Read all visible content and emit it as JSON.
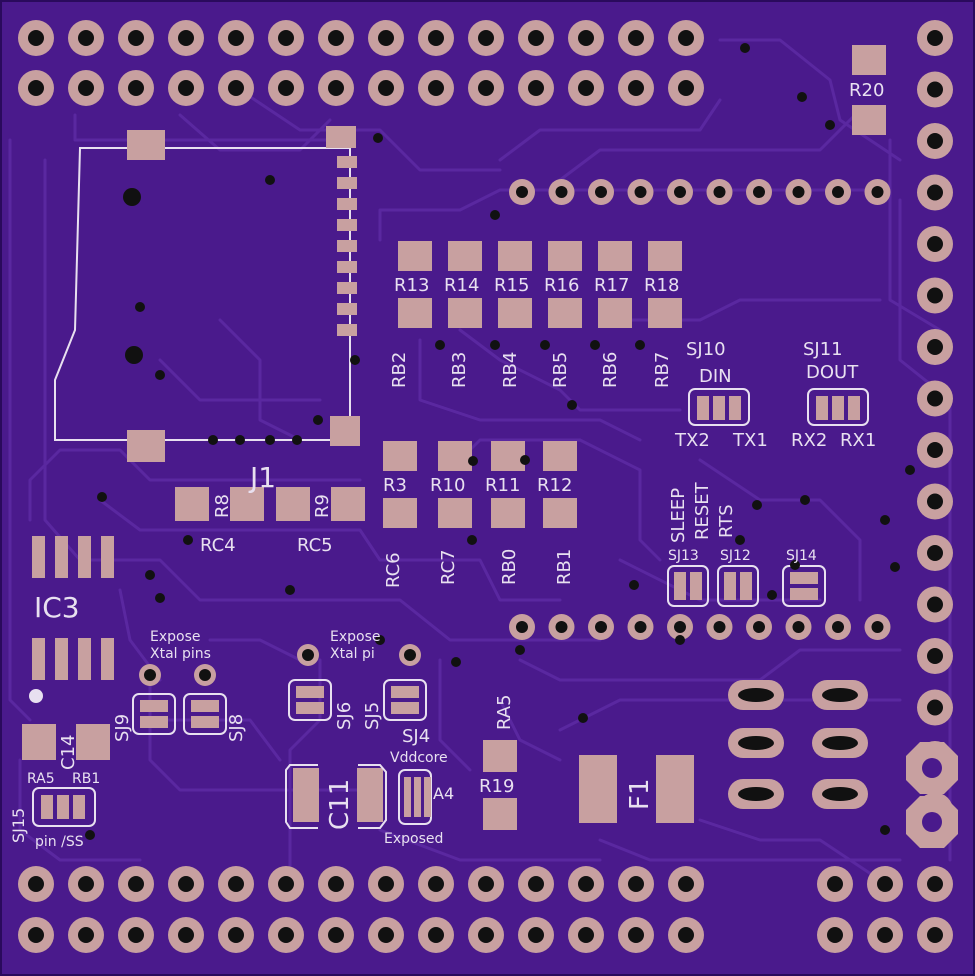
{
  "colors": {
    "board": "#4a1a8c",
    "board_edge": "#2a0a5c",
    "trace": "#5a28a0",
    "pad": "#c8a0a0",
    "hole": "#111111",
    "silk": "#e8e0f0"
  },
  "labels": {
    "r20": "R20",
    "r13": "R13",
    "r14": "R14",
    "r15": "R15",
    "r16": "R16",
    "r17": "R17",
    "r18": "R18",
    "rb2": "RB2",
    "rb3": "RB3",
    "rb4": "RB4",
    "rb5": "RB5",
    "rb6": "RB6",
    "rb7": "RB7",
    "sj10": "SJ10",
    "din": "DIN",
    "tx2": "TX2",
    "tx1": "TX1",
    "sj11": "SJ11",
    "dout": "DOUT",
    "rx2": "RX2",
    "rx1": "RX1",
    "j1": "J1",
    "r8": "R8",
    "r9": "R9",
    "rc4": "RC4",
    "rc5": "RC5",
    "r3": "R3",
    "r10": "R10",
    "r11": "R11",
    "r12": "R12",
    "rc6": "RC6",
    "rc7": "RC7",
    "rb0": "RB0",
    "rb1": "RB1",
    "sleep": "SLEEP",
    "reset": "RESET",
    "rts": "RTS",
    "sj13": "SJ13",
    "sj12": "SJ12",
    "sj14": "SJ14",
    "ic3": "IC3",
    "expose1a": "Expose",
    "expose1b": "Xtal pins",
    "expose2a": "Expose",
    "expose2b": "Xtal pi",
    "sj9": "SJ9",
    "sj8": "SJ8",
    "sj6": "SJ6",
    "sj5": "SJ5",
    "sj4": "SJ4",
    "vddcore": "Vddcore",
    "a4": "A4",
    "exposed": "Exposed",
    "c14": "C14",
    "ra5a": "RA5",
    "rb1b": "RB1",
    "sj15": "SJ15",
    "pinss": "pin /SS",
    "c11": "C11",
    "ra5": "RA5",
    "r19": "R19",
    "f1": "F1"
  }
}
